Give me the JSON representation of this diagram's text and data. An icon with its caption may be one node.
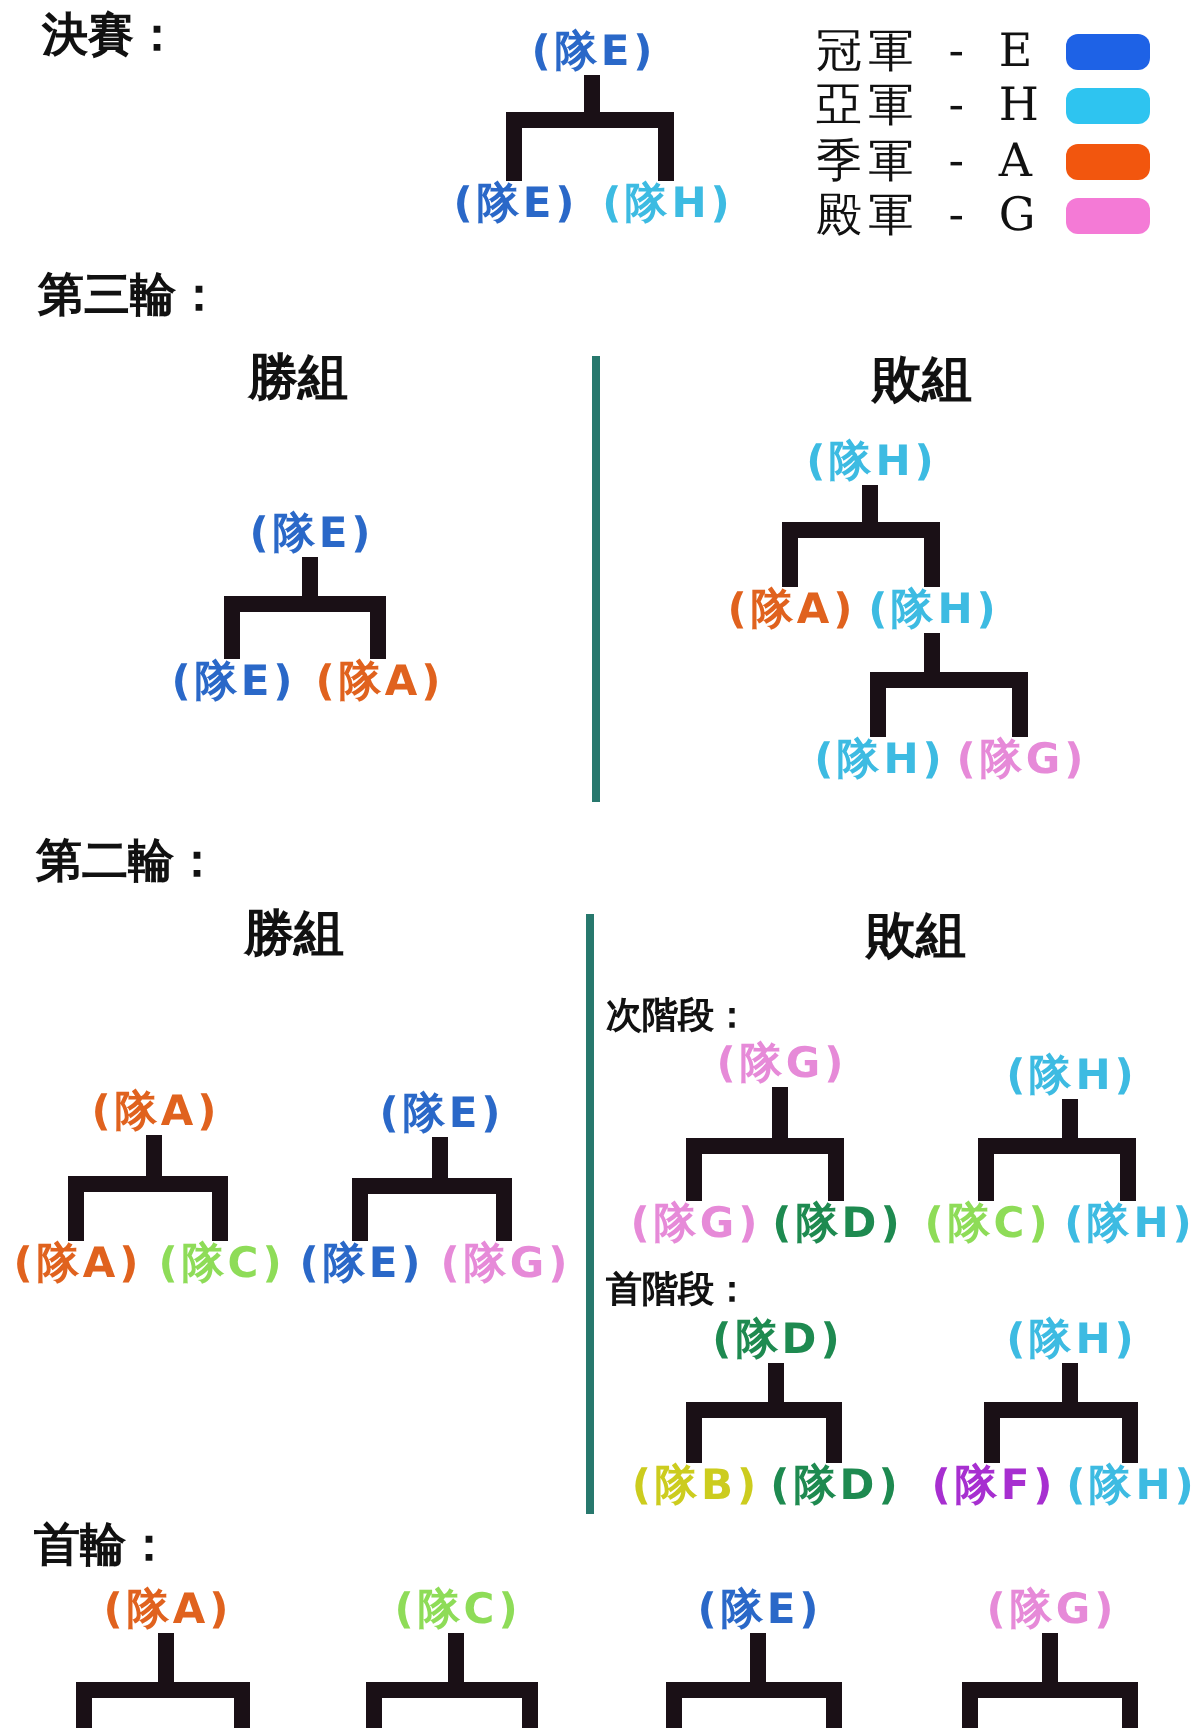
{
  "diagram": {
    "nodes": [
      {
        "text": [
          "(隊E)"
        ]
      },
      {
        "text": [
          "(隊E)"
        ]
      },
      {
        "text": [
          "(隊H)"
        ]
      },
      {
        "text": [
          "(隊E)"
        ]
      },
      {
        "text": [
          "(隊E)"
        ]
      },
      {
        "text": [
          "(隊A)"
        ]
      },
      {
        "text": [
          "(隊H)"
        ]
      },
      {
        "text": [
          "(隊A)"
        ]
      },
      {
        "text": [
          "(隊H)"
        ]
      },
      {
        "text": [
          "(隊H)"
        ]
      },
      {
        "text": [
          "(隊G)"
        ]
      },
      {
        "text": [
          "(隊A)"
        ]
      },
      {
        "text": [
          "(隊E)"
        ]
      },
      {
        "text": [
          "(隊A)"
        ]
      },
      {
        "text": [
          "(隊C)"
        ]
      },
      {
        "text": [
          "(隊E)"
        ]
      },
      {
        "text": [
          "(隊G)"
        ]
      },
      {
        "text": [
          "(隊G)"
        ]
      },
      {
        "text": [
          "(隊H)"
        ]
      },
      {
        "text": [
          "(隊G)"
        ]
      },
      {
        "text": [
          "(隊D)"
        ]
      },
      {
        "text": [
          "(隊C)"
        ]
      },
      {
        "text": [
          "(隊H)"
        ]
      },
      {
        "text": [
          "(隊D)"
        ]
      },
      {
        "text": [
          "(隊H)"
        ]
      },
      {
        "text": [
          "(隊B)"
        ]
      },
      {
        "text": [
          "(隊D)"
        ]
      },
      {
        "text": [
          "(隊F)"
        ]
      },
      {
        "text": [
          "(隊H)"
        ]
      },
      {
        "text": [
          "(隊A)"
        ]
      },
      {
        "text": [
          "(隊C)"
        ]
      },
      {
        "text": [
          "(隊E)"
        ]
      },
      {
        "text": [
          "(隊G)"
        ]
      }
    ],
    "edges": [
      {
        "from": 1,
        "to": 0,
        "arrow": "none"
      },
      {
        "from": 2,
        "to": 0,
        "arrow": "none"
      },
      {
        "from": 4,
        "to": 3,
        "arrow": "none"
      },
      {
        "from": 5,
        "to": 3,
        "arrow": "none"
      },
      {
        "from": 7,
        "to": 6,
        "arrow": "none"
      },
      {
        "from": 8,
        "to": 6,
        "arrow": "none"
      },
      {
        "from": 9,
        "to": 8,
        "arrow": "none"
      },
      {
        "from": 10,
        "to": 8,
        "arrow": "none"
      },
      {
        "from": 13,
        "to": 11,
        "arrow": "none"
      },
      {
        "from": 14,
        "to": 11,
        "arrow": "none"
      },
      {
        "from": 15,
        "to": 12,
        "arrow": "none"
      },
      {
        "from": 16,
        "to": 12,
        "arrow": "none"
      },
      {
        "from": 19,
        "to": 17,
        "arrow": "none"
      },
      {
        "from": 20,
        "to": 17,
        "arrow": "none"
      },
      {
        "from": 21,
        "to": 18,
        "arrow": "none"
      },
      {
        "from": 22,
        "to": 18,
        "arrow": "none"
      },
      {
        "from": 25,
        "to": 23,
        "arrow": "none"
      },
      {
        "from": 26,
        "to": 23,
        "arrow": "none"
      },
      {
        "from": 27,
        "to": 24,
        "arrow": "none"
      },
      {
        "from": 28,
        "to": 24,
        "arrow": "none"
      },
      {
        "from": null,
        "to": 29,
        "arrow": "none"
      },
      {
        "from": null,
        "to": 30,
        "arrow": "none"
      },
      {
        "from": null,
        "to": 31,
        "arrow": "none"
      },
      {
        "from": null,
        "to": 32,
        "arrow": "none"
      }
    ],
    "labels": [
      "決賽：",
      "第三輪：",
      "勝組",
      "敗組",
      "第二輪：",
      "勝組",
      "敗組",
      "次階段：",
      "首階段：",
      "首輪："
    ],
    "legend": [
      {
        "text": "冠軍 - E",
        "color": "#1e62e6"
      },
      {
        "text": "亞軍 - H",
        "color": "#2ec4f0"
      },
      {
        "text": "季軍 - A",
        "color": "#f2560e"
      },
      {
        "text": "殿軍 - G",
        "color": "#f47ad6"
      }
    ]
  }
}
